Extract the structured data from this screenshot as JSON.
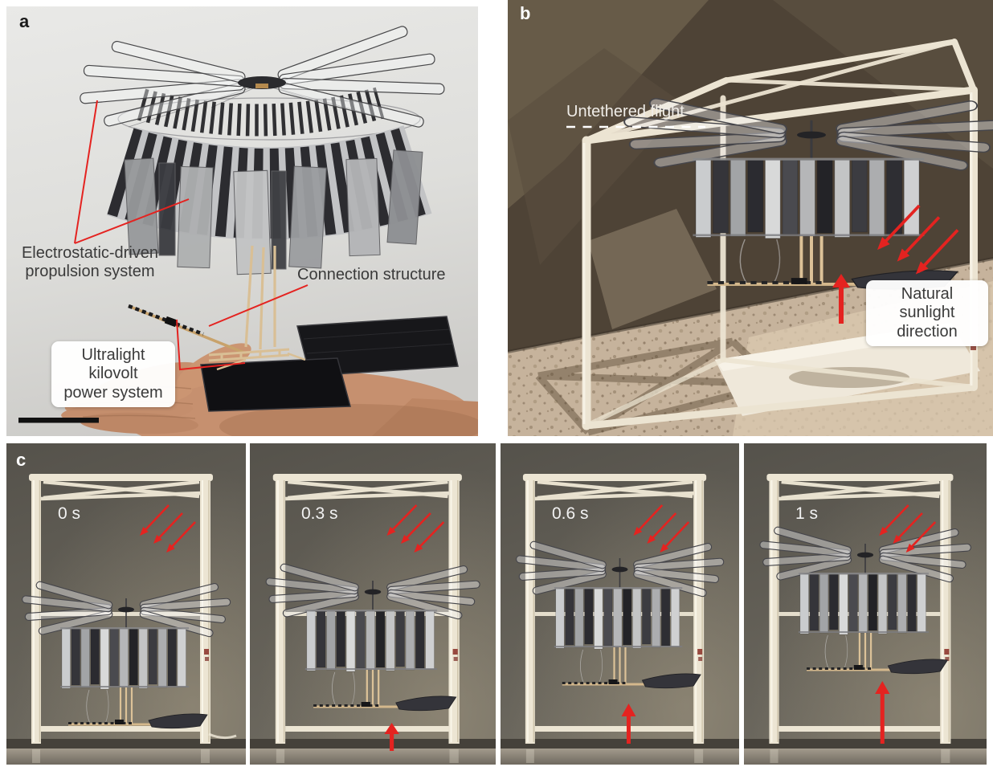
{
  "colors": {
    "annotation_red": "#e42320",
    "callout_text": "#3a3a3a",
    "cage_beige": "#ece5d3",
    "label_white": "#ffffff"
  },
  "panel_a": {
    "label": "a",
    "callout_propulsion_line1": "Electrostatic-driven",
    "callout_propulsion_line2": "propulsion system",
    "callout_connection": "Connection structure",
    "callout_power_line1": "Ultralight kilovolt",
    "callout_power_line2": "power system"
  },
  "panel_b": {
    "label": "b",
    "untethered_label": "Untethered flight",
    "sunlight_line1": "Natural sunlight",
    "sunlight_line2": "direction"
  },
  "panel_c": {
    "label": "c",
    "frames": [
      {
        "time": "0 s"
      },
      {
        "time": "0.3 s"
      },
      {
        "time": "0.6 s"
      },
      {
        "time": "1 s"
      }
    ]
  }
}
